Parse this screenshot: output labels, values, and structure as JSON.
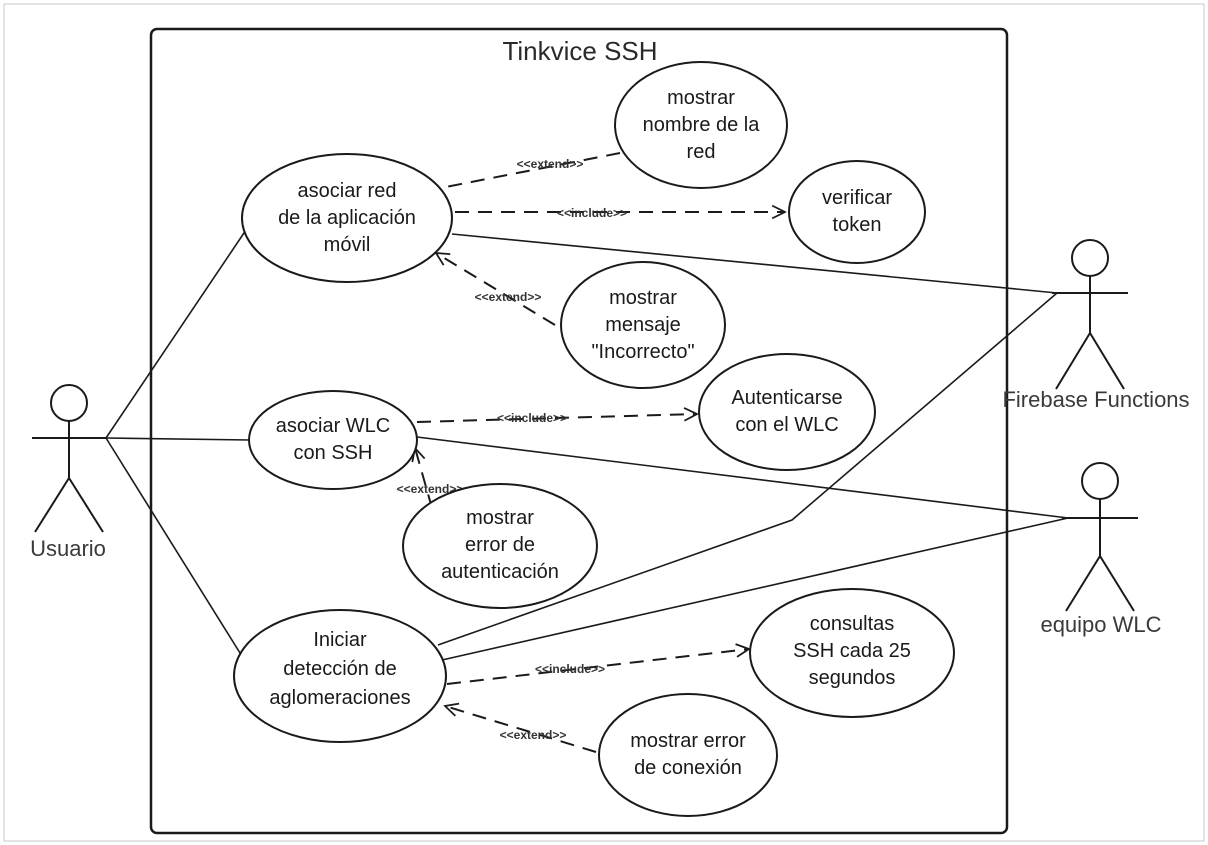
{
  "diagram": {
    "system_title": "Tinkvice SSH",
    "actors": [
      {
        "id": "usuario",
        "label": "Usuario"
      },
      {
        "id": "firebase",
        "label": "Firebase Functions"
      },
      {
        "id": "wlc",
        "label": "equipo WLC"
      }
    ],
    "use_cases": [
      {
        "id": "uc_asociar_red",
        "lines": [
          "asociar red",
          "de la aplicación",
          "móvil"
        ]
      },
      {
        "id": "uc_mostrar_nombre",
        "lines": [
          "mostrar",
          "nombre de la",
          "red"
        ]
      },
      {
        "id": "uc_verificar_token",
        "lines": [
          "verificar",
          "token"
        ]
      },
      {
        "id": "uc_mostrar_incorrecto",
        "lines": [
          "mostrar",
          "mensaje",
          "\"Incorrecto\""
        ]
      },
      {
        "id": "uc_asociar_wlc",
        "lines": [
          "asociar WLC",
          "con SSH"
        ]
      },
      {
        "id": "uc_autenticarse",
        "lines": [
          "Autenticarse",
          "con el WLC"
        ]
      },
      {
        "id": "uc_error_auth",
        "lines": [
          "mostrar",
          "error de",
          "autenticación"
        ]
      },
      {
        "id": "uc_iniciar",
        "lines": [
          "Iniciar",
          "detección de",
          "aglomeraciones"
        ]
      },
      {
        "id": "uc_consultas",
        "lines": [
          "consultas",
          "SSH cada 25",
          "segundos"
        ]
      },
      {
        "id": "uc_error_conexion",
        "lines": [
          "mostrar error",
          "de conexión"
        ]
      }
    ],
    "relations": [
      {
        "id": "rel_extend_nombre",
        "label": "<<extend>>"
      },
      {
        "id": "rel_include_token",
        "label": "<<include>>"
      },
      {
        "id": "rel_extend_incorrecto",
        "label": "<<extend>>"
      },
      {
        "id": "rel_include_auth",
        "label": "<<include>>"
      },
      {
        "id": "rel_extend_error_auth",
        "label": "<<extend>>"
      },
      {
        "id": "rel_include_consultas",
        "label": "<<include>>"
      },
      {
        "id": "rel_extend_error_conexion",
        "label": "<<extend>>"
      }
    ]
  }
}
